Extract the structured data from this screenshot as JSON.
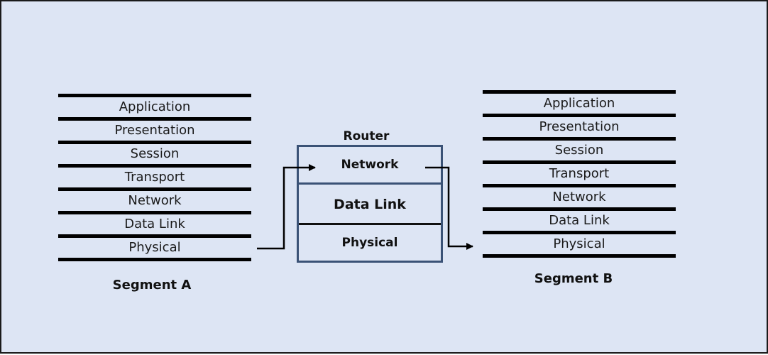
{
  "segment_a": {
    "label": "Segment A",
    "layers": [
      "Application",
      "Presentation",
      "Session",
      "Transport",
      "Network",
      "Data Link",
      "Physical"
    ]
  },
  "segment_b": {
    "label": "Segment B",
    "layers": [
      "Application",
      "Presentation",
      "Session",
      "Transport",
      "Network",
      "Data Link",
      "Physical"
    ]
  },
  "router": {
    "title": "Router",
    "layers": [
      "Network",
      "Data Link",
      "Physical"
    ]
  },
  "colors": {
    "background": "#dde5f4",
    "router_border": "#3a5276",
    "line": "#000000"
  }
}
